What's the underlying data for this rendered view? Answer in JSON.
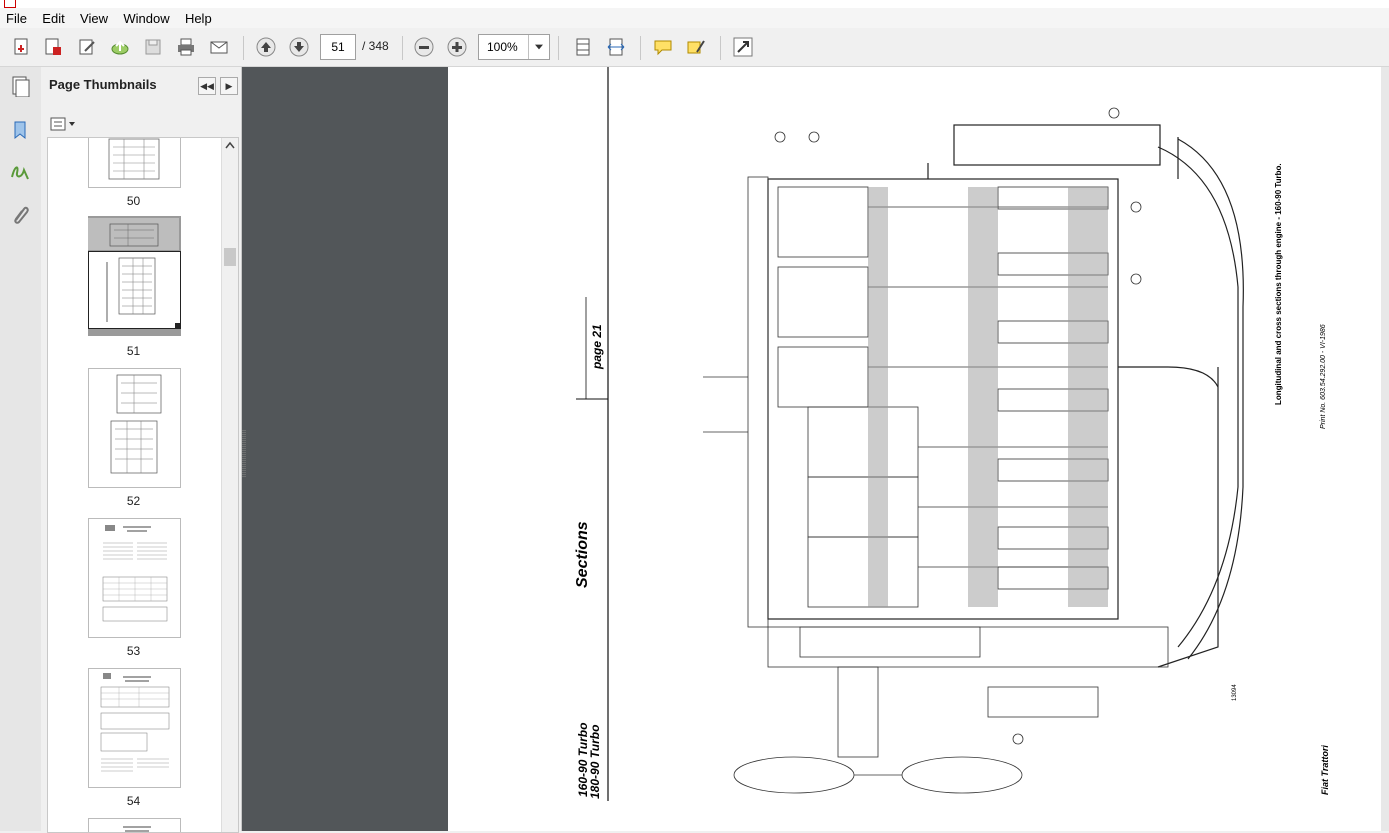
{
  "menu": [
    "File",
    "Edit",
    "View",
    "Window",
    "Help"
  ],
  "toolbar": {
    "page_number": "51",
    "page_total": "/ 348",
    "zoom": "100%"
  },
  "panel": {
    "title": "Page Thumbnails"
  },
  "thumbnails": [
    {
      "label": "50"
    },
    {
      "label": "51",
      "selected": true
    },
    {
      "label": "52"
    },
    {
      "label": "53"
    },
    {
      "label": "54"
    }
  ],
  "document": {
    "page_ref": "page 21",
    "section": "Sections",
    "models_line1": "160-90 Turbo",
    "models_line2": "180-90 Turbo",
    "caption": "Longitudinal and cross sections through engine - 160-90 Turbo.",
    "print_no": "Print No. 603.54.292.00 - VI-1986",
    "brand": "Fiat Trattori",
    "fig_no": "13094"
  },
  "colors": {
    "accent_blue": "#2a6ab8",
    "dark_gray": "#525659",
    "panel_bg": "#f0f0f0"
  }
}
